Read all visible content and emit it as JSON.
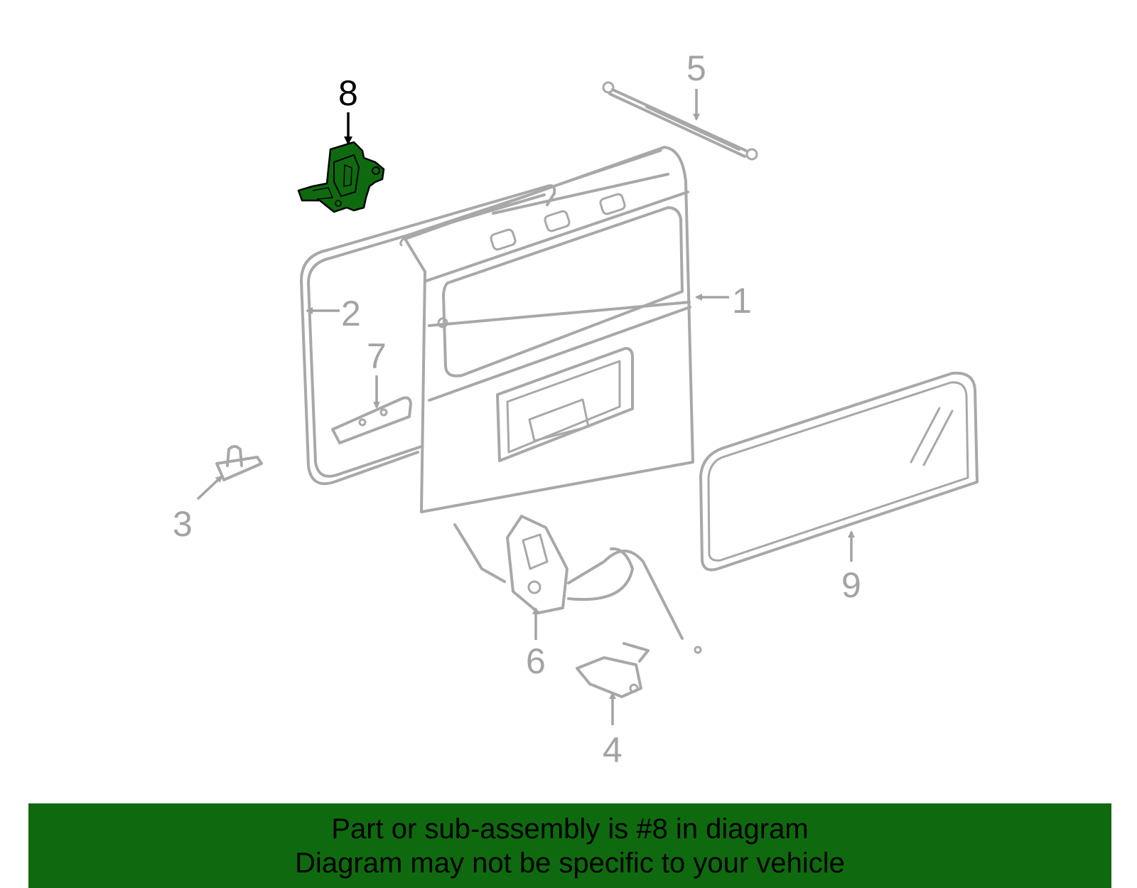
{
  "highlight_color": "#0f6a0f",
  "highlighted_part": "8",
  "callouts": {
    "c1": "1",
    "c2": "2",
    "c3": "3",
    "c4": "4",
    "c5": "5",
    "c6": "6",
    "c7": "7",
    "c8": "8",
    "c9": "9"
  },
  "banner": {
    "line1": "Part or sub-assembly is #8 in diagram",
    "line2": "Diagram may not be specific to your vehicle"
  }
}
